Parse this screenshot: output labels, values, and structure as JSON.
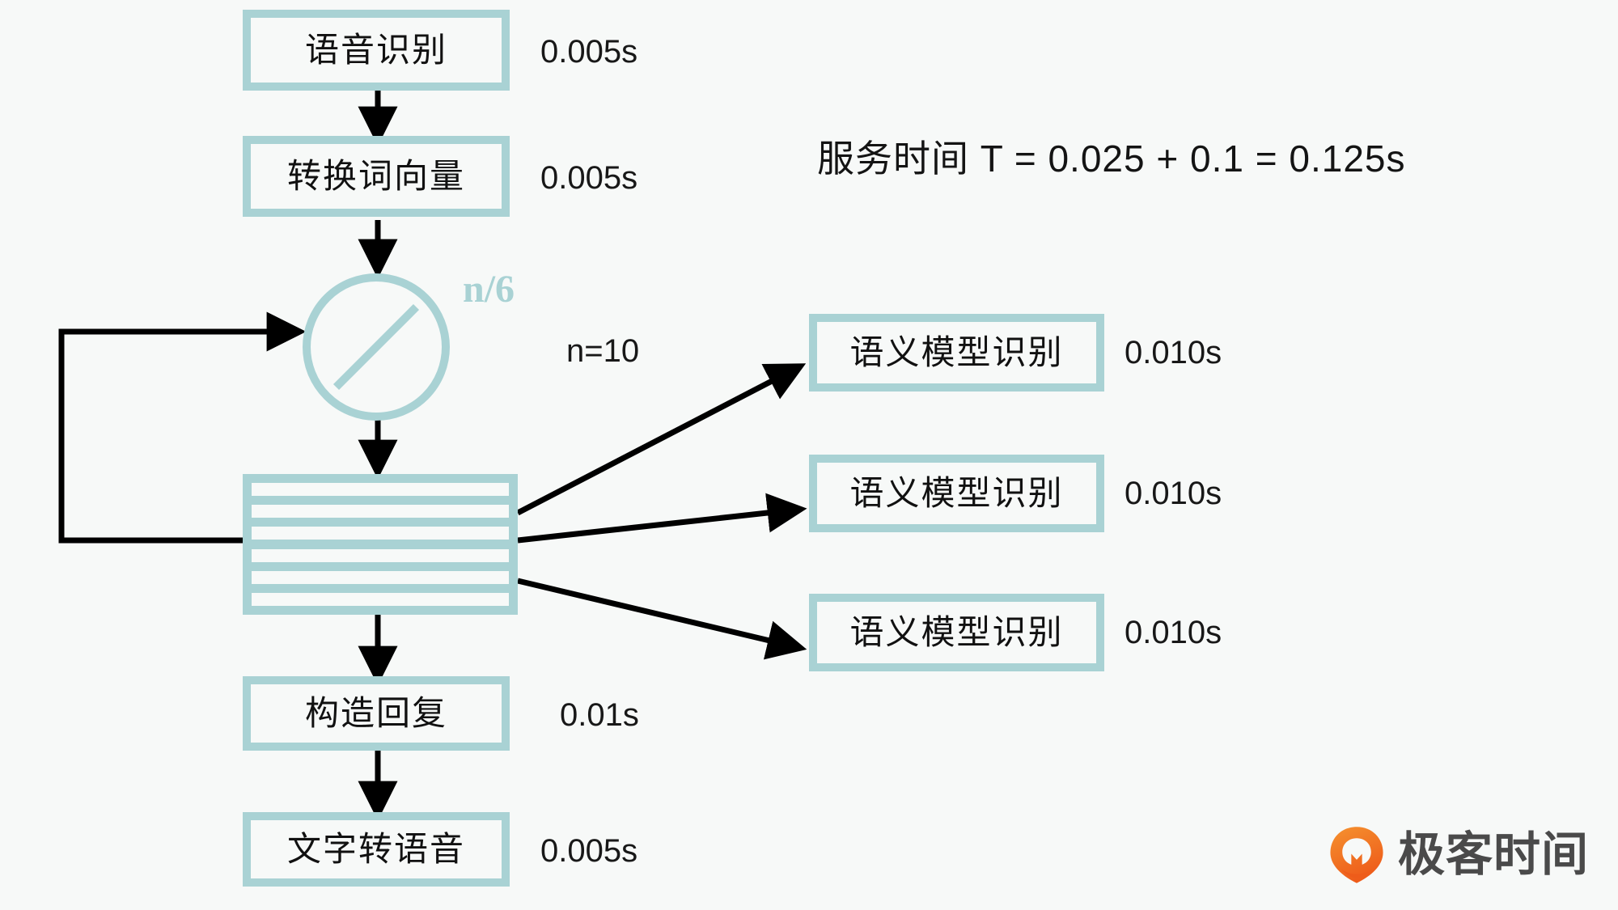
{
  "diagram": {
    "title_formula": "服务时间 T = 0.025 + 0.1 = 0.125s",
    "background_color": "#f7f9f8",
    "accent_color": "#a9d2d4",
    "arrow_color": "#000000",
    "pipeline": [
      {
        "label": "语音识别",
        "time": "0.005s"
      },
      {
        "label": "转换词向量",
        "time": "0.005s"
      },
      {
        "label": "构造回复",
        "time": "0.01s"
      },
      {
        "label": "文字转语音",
        "time": "0.005s"
      }
    ],
    "server": {
      "rate_label": "n/6",
      "count_label": "n=10",
      "icon": "server-circle-slash-icon"
    },
    "queue": {
      "slots": 6,
      "icon": "queue-stack-icon"
    },
    "workers": [
      {
        "label": "语义模型识别",
        "time": "0.010s"
      },
      {
        "label": "语义模型识别",
        "time": "0.010s"
      },
      {
        "label": "语义模型识别",
        "time": "0.010s"
      }
    ]
  },
  "logo": {
    "wordmark": "极客时间",
    "mark_icon": "geekbang-pin-icon",
    "mark_color": "#f06f23"
  }
}
